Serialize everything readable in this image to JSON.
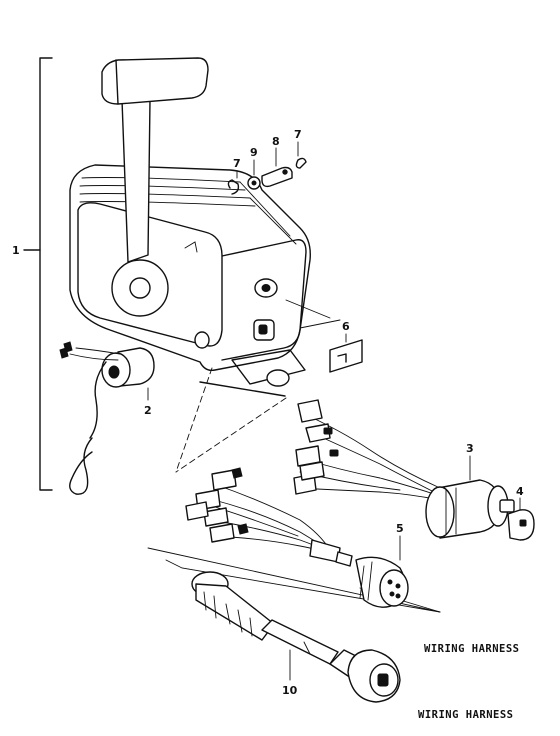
{
  "callouts": [
    {
      "id": "c1",
      "text": "1"
    },
    {
      "id": "c2",
      "text": "2"
    },
    {
      "id": "c3",
      "text": "3"
    },
    {
      "id": "c4",
      "text": "4"
    },
    {
      "id": "c5",
      "text": "5"
    },
    {
      "id": "c6",
      "text": "6"
    },
    {
      "id": "c7a",
      "text": "7"
    },
    {
      "id": "c7b",
      "text": "7"
    },
    {
      "id": "c8",
      "text": "8"
    },
    {
      "id": "c9",
      "text": "9"
    },
    {
      "id": "c10",
      "text": "10"
    }
  ],
  "captions": {
    "harness_upper": "WIRING HARNESS",
    "harness_lower": "WIRING HARNESS"
  }
}
